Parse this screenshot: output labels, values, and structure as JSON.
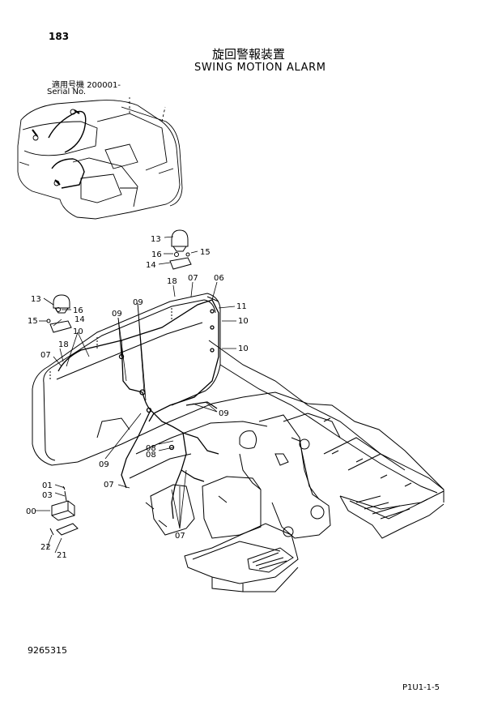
{
  "page_number": "183",
  "title_jp": "旋回警報装置",
  "title_en": "SWING MOTION ALARM",
  "serial_label_jp": "適用号機",
  "serial_value": "200001-",
  "serial_label_en": "Serial No.",
  "document_code": "9265315",
  "sheet_code": "P1U1-1-5",
  "callouts": {
    "c00": "00",
    "c01": "01",
    "c03": "03",
    "c06": "06",
    "c07": "07",
    "c08": "08",
    "c09": "09",
    "c10": "10",
    "c11": "11",
    "c13": "13",
    "c14": "14",
    "c15": "15",
    "c16": "16",
    "c18": "18",
    "c21": "21",
    "c22": "22"
  }
}
